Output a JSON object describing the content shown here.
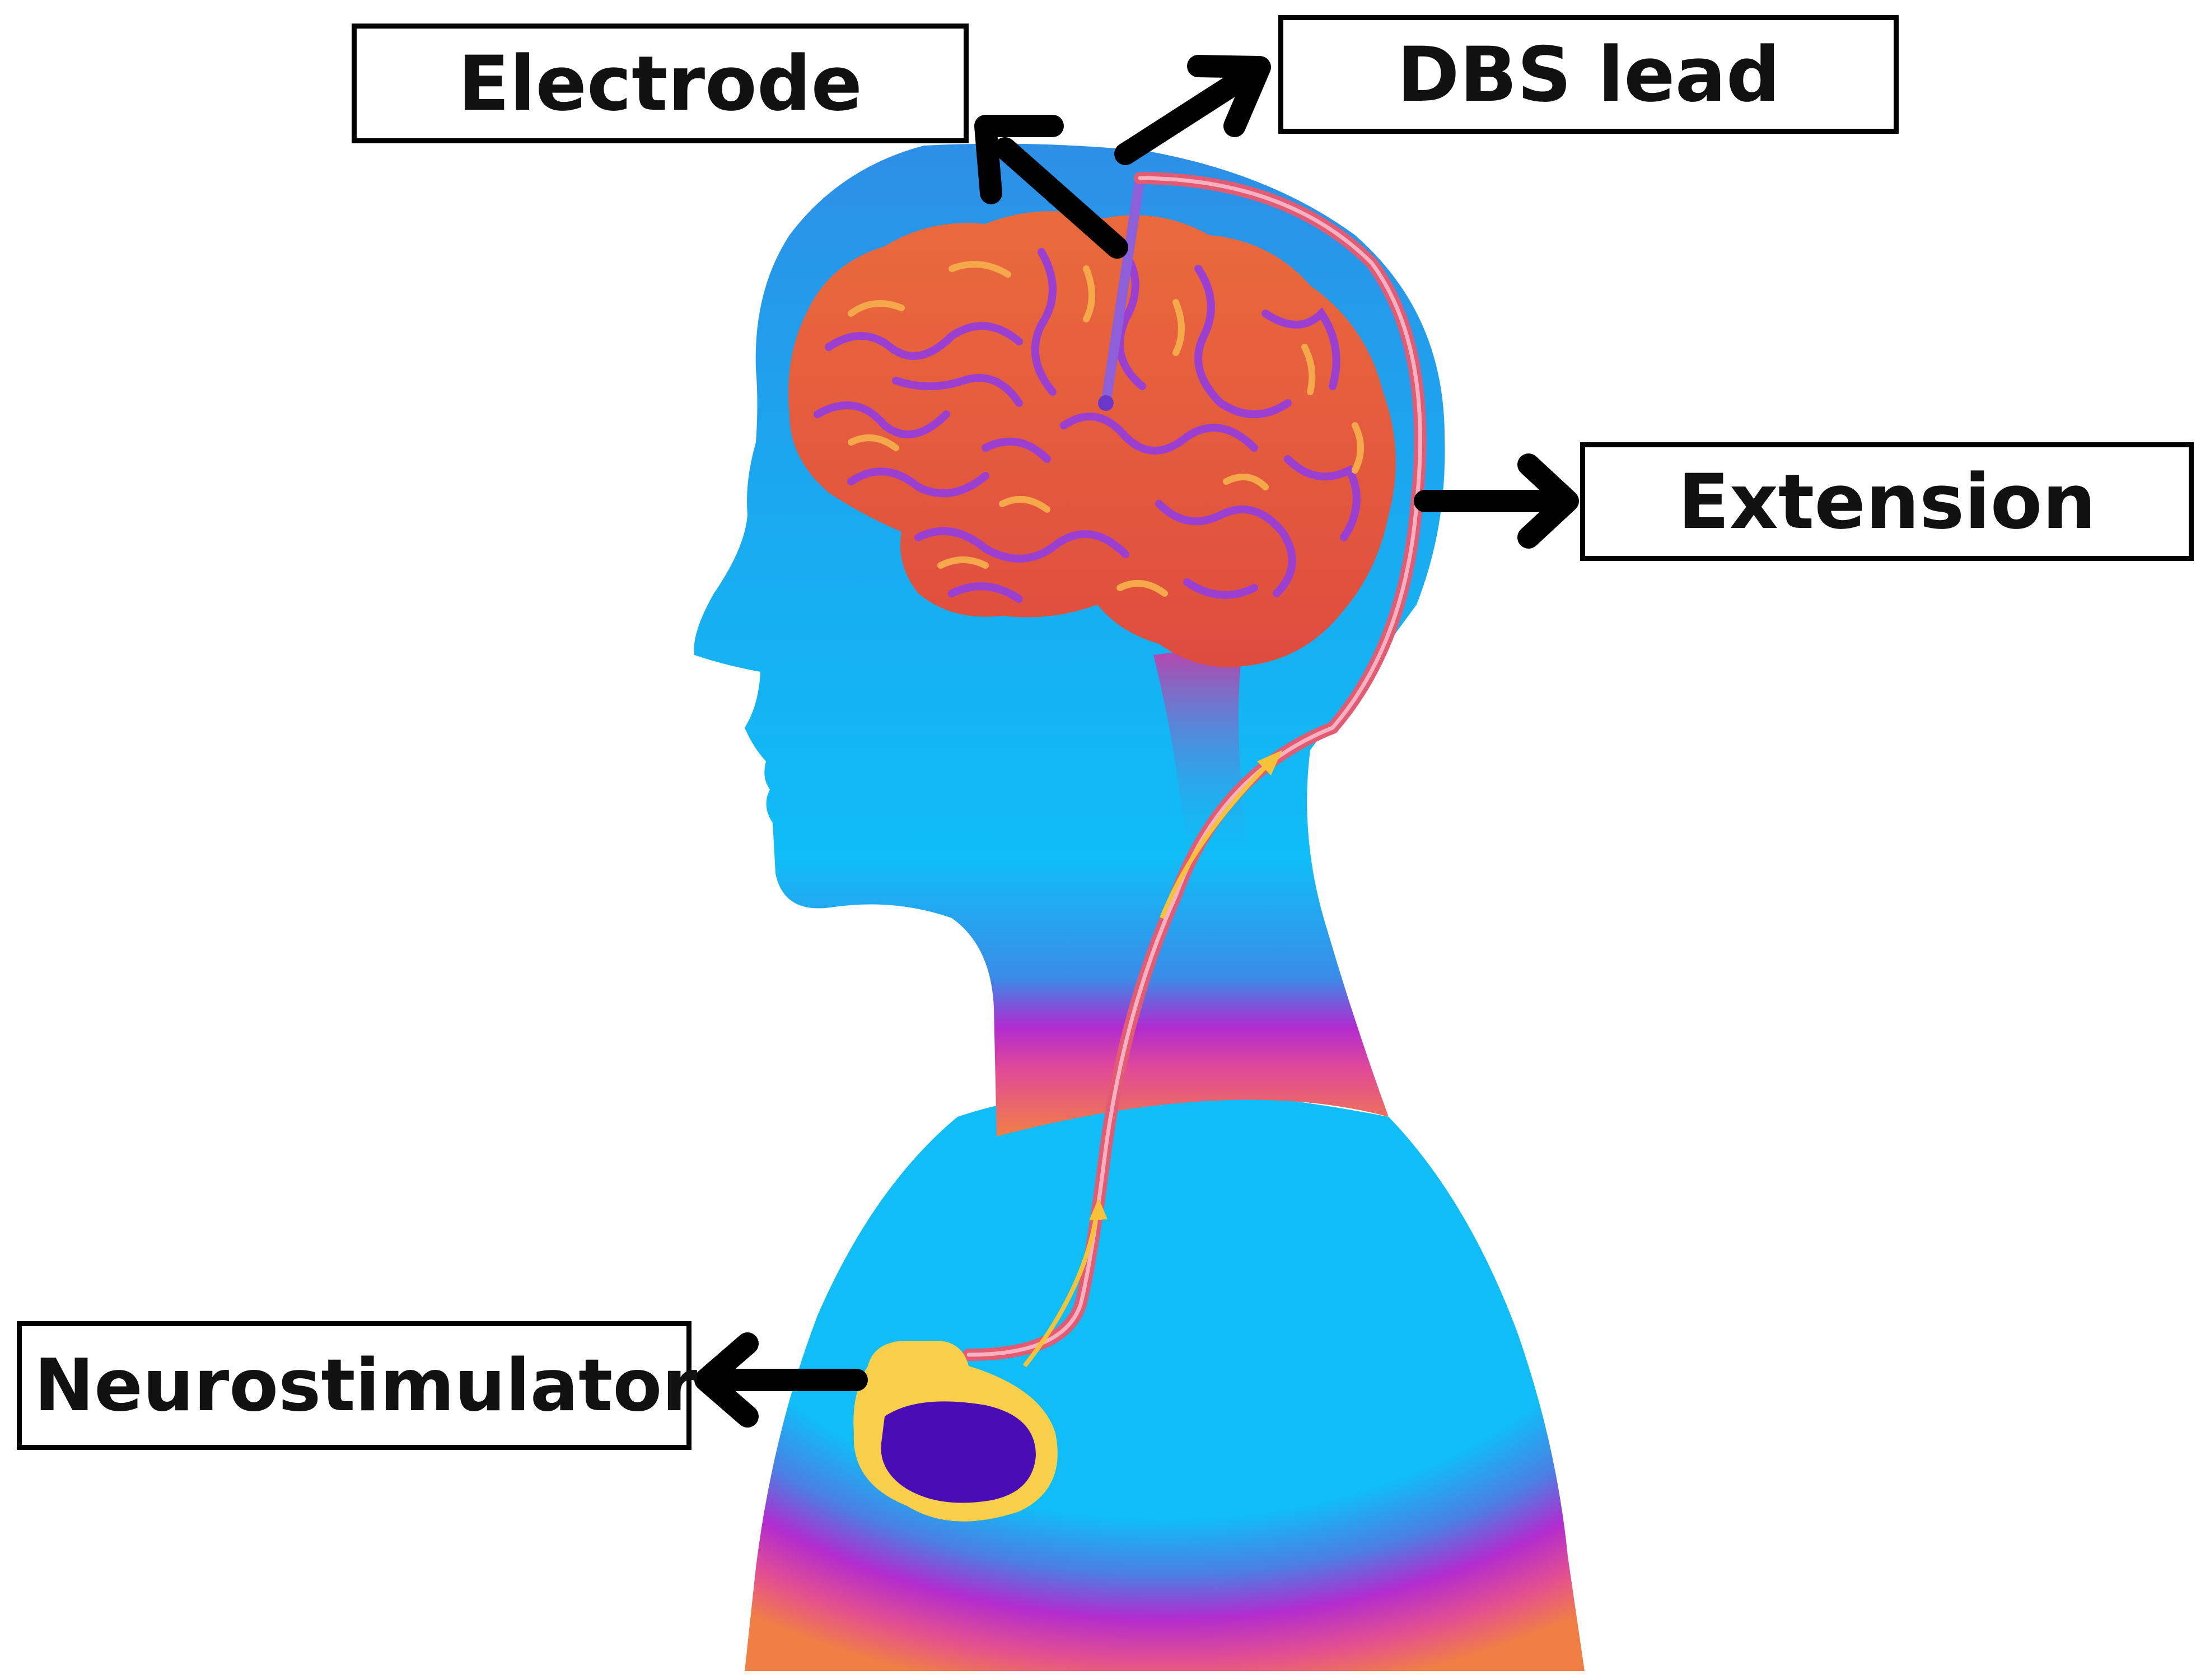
{
  "labels": {
    "electrode": "Electrode",
    "dbs_lead": "DBS lead",
    "extension": "Extension",
    "neurostimulator": "Neurostimulator"
  },
  "colors": {
    "skin_blue_top": "#2f8fe6",
    "skin_blue_mid": "#0fbdf5",
    "skin_purple": "#b02bd0",
    "skin_orange": "#f07f45",
    "brain_fill": "#e8573c",
    "brain_sulci": "#9a3fd0",
    "brain_highlight": "#f5a84a",
    "device_outer": "#f7cf4a",
    "device_inner": "#4a0db5",
    "lead_wire": "#e25b73",
    "signal_arrow": "#f5c23a",
    "pointer_arrow": "#000000"
  },
  "icons": {
    "body": "human-head-silhouette",
    "brain": "brain-icon",
    "device": "neurostimulator-device-icon",
    "pointer": "arrow-icon"
  }
}
